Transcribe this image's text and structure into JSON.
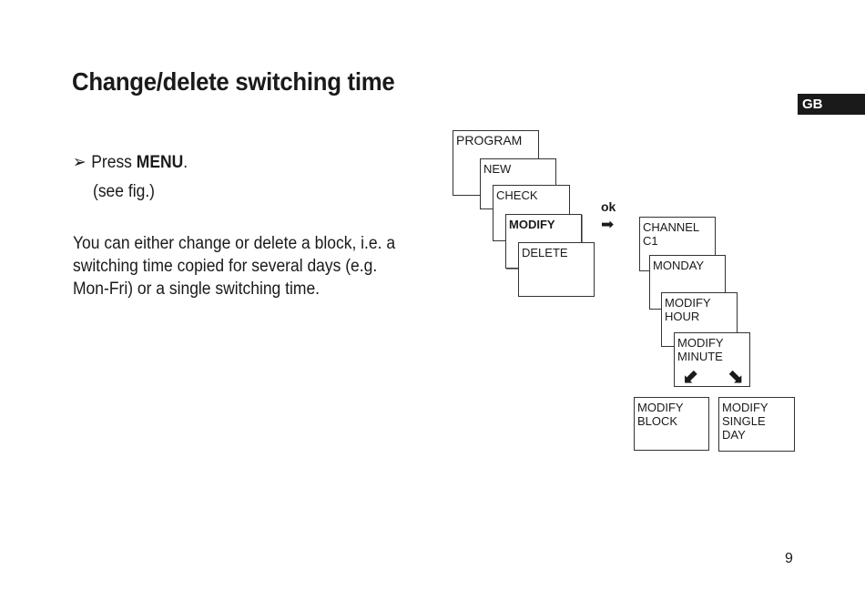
{
  "page": {
    "title": "Change/delete switching time",
    "language_badge": "GB",
    "page_number": "9"
  },
  "instructions": {
    "bullet_prefix": "Press ",
    "bullet_key": "MENU",
    "bullet_suffix": ".",
    "see_fig": "(see fig.)",
    "paragraph": "You can either change or delete a block, i.e. a switching time copied for several days (e.g. Mon-Fri) or a single switching time."
  },
  "figure": {
    "menu_stack": [
      "PROGRAM",
      "NEW",
      "CHECK",
      "MODIFY",
      "DELETE"
    ],
    "ok_label": "ok",
    "modify_stack": [
      "CHANNEL\nC1",
      "MONDAY",
      "MODIFY\nHOUR",
      "MODIFY\nMINUTE"
    ],
    "choices": [
      "MODIFY\nBLOCK",
      "MODIFY\nSINGLE\nDAY"
    ]
  }
}
